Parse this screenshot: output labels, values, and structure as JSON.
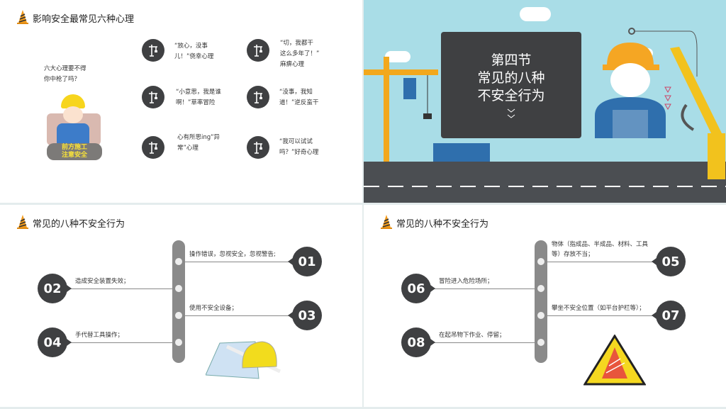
{
  "slide1": {
    "title": "影响安全最常见六种心理",
    "intro": [
      "六大心理要不得",
      "你中枪了吗？"
    ],
    "sign": [
      "前方施工",
      "注意安全"
    ],
    "items": [
      [
        "“放心，没事",
        "儿！”侥幸心理"
      ],
      [
        "“切，我都干",
        "这么多年了！”",
        "麻痹心理"
      ],
      [
        "“小意思，我是谁",
        "啊！”草率冒险"
      ],
      [
        "“没事，我知",
        "道！”逆反蛮干"
      ],
      [
        "心有所思ing”异",
        "常”心理"
      ],
      [
        "“我可以试试",
        "吗？”好奇心理"
      ]
    ]
  },
  "slide2": {
    "lines": [
      "第四节",
      "常见的八种",
      "不安全行为"
    ]
  },
  "slide3": {
    "title": "常见的八种不安全行为",
    "items": [
      {
        "num": "01",
        "text": "操作错误，忽视安全，忽视警告;"
      },
      {
        "num": "02",
        "text": "造成安全装置失效；"
      },
      {
        "num": "03",
        "text": "使用不安全设备；"
      },
      {
        "num": "04",
        "text": "手代替工具操作；"
      }
    ]
  },
  "slide4": {
    "title": "常见的八种不安全行为",
    "items": [
      {
        "num": "05",
        "text": "物体（指成品、半成品、材料、工具等）存放不当；"
      },
      {
        "num": "06",
        "text": "冒险进入危险场所；"
      },
      {
        "num": "07",
        "text": "攀坐不安全位置（如平台护栏等）；"
      },
      {
        "num": "08",
        "text": "在起吊物下作业、停留；"
      }
    ]
  },
  "colors": {
    "dark": "#3f4042",
    "sky": "#a9dde7",
    "road": "#4b4e52",
    "accent": "#f5a623"
  }
}
